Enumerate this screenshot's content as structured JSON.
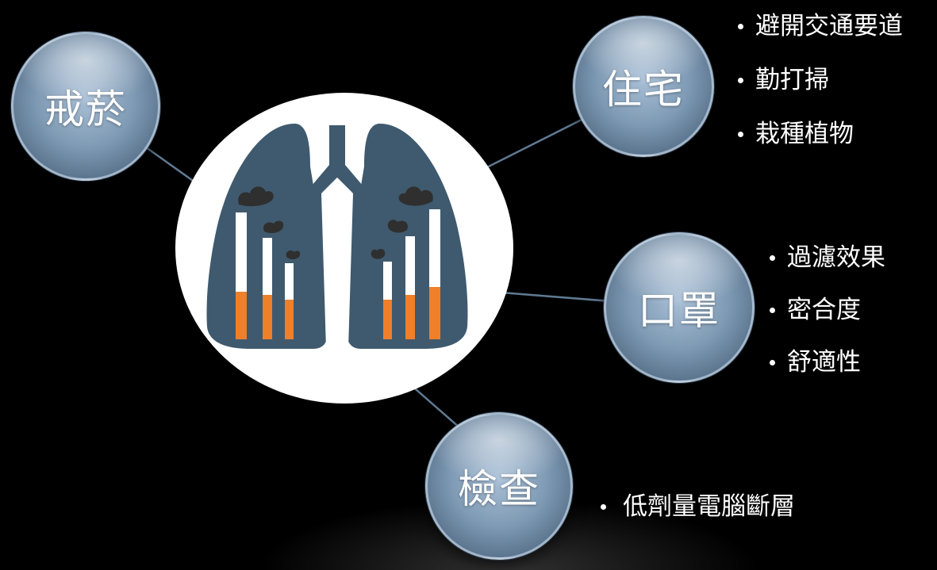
{
  "center": {
    "icon": "lungs-with-cigarettes-icon"
  },
  "topics": [
    {
      "id": "quit",
      "label": "戒菸",
      "bullets": []
    },
    {
      "id": "home",
      "label": "住宅",
      "bullets": [
        "避開交通要道",
        "勤打掃",
        "栽種植物"
      ]
    },
    {
      "id": "mask",
      "label": "口罩",
      "bullets": [
        "過濾效果",
        "密合度",
        "舒適性"
      ]
    },
    {
      "id": "check",
      "label": "檢查",
      "bullets": [
        "低劑量電腦斷層"
      ]
    }
  ],
  "colors": {
    "background": "#000000",
    "bubble": "#7f9ab4",
    "lung": "#3f5a6e",
    "cigarette_filter": "#f07f2a",
    "smoke": "#2f2f2f",
    "text": "#ffffff"
  }
}
